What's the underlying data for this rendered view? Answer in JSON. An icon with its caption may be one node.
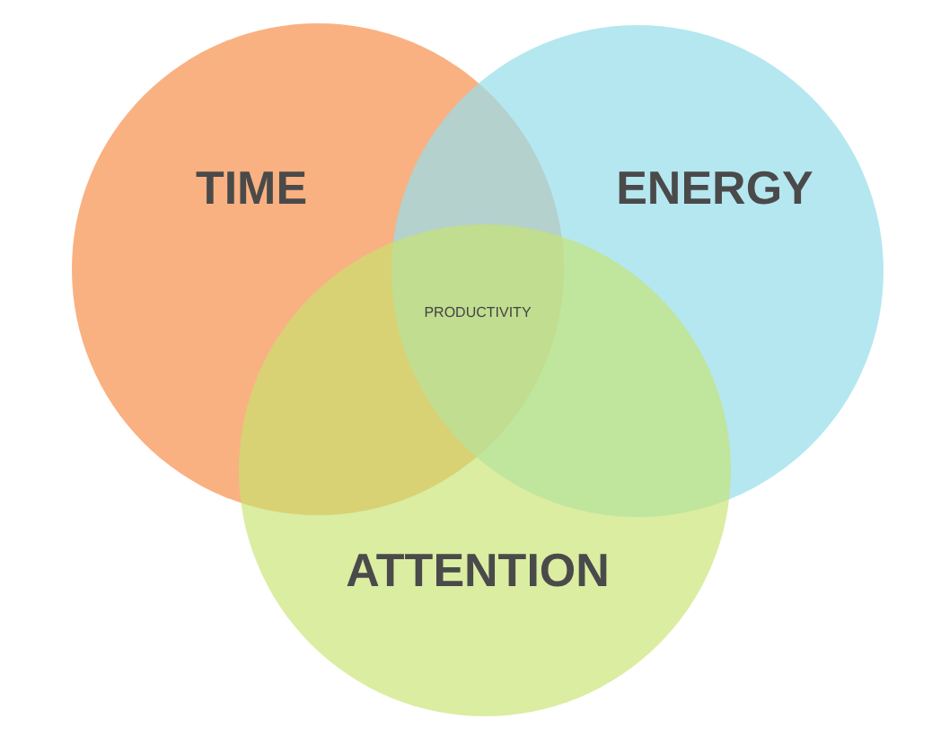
{
  "diagram": {
    "nodes": [
      {
        "text": [
          "TIME"
        ]
      },
      {
        "text": [
          "ENERGY"
        ]
      },
      {
        "text": [
          "ATTENTION"
        ]
      }
    ],
    "labels": [
      "PRODUCTIVITY"
    ]
  }
}
